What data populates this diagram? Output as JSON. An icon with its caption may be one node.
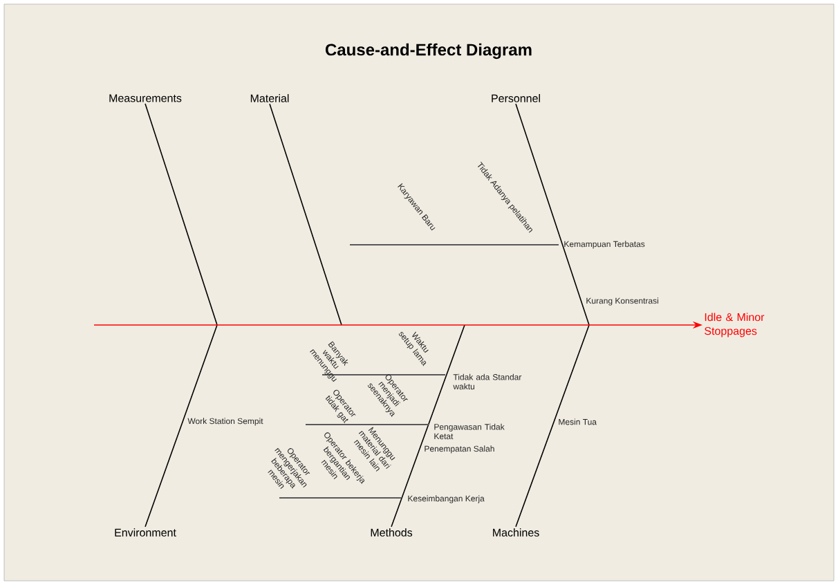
{
  "diagram": {
    "title": "Cause-and-Effect Diagram",
    "nodes": [
      {
        "text": [
          "Measurements"
        ]
      },
      {
        "text": [
          "Material"
        ]
      },
      {
        "text": [
          "Personnel"
        ]
      },
      {
        "text": [
          "Environment"
        ]
      },
      {
        "text": [
          "Methods"
        ]
      },
      {
        "text": [
          "Machines"
        ]
      },
      {
        "text": [
          "Idle & Minor Stoppages"
        ]
      }
    ],
    "edges": [
      {
        "from": 0,
        "to": null,
        "arrow": "none"
      },
      {
        "from": 1,
        "to": null,
        "arrow": "none"
      },
      {
        "from": 2,
        "to": null,
        "arrow": "none"
      },
      {
        "from": 3,
        "to": null,
        "arrow": "none"
      },
      {
        "from": 4,
        "to": null,
        "arrow": "none"
      },
      {
        "from": 5,
        "to": null,
        "arrow": "none"
      },
      {
        "from": null,
        "to": 6,
        "arrow": "to",
        "color": "#ff0000"
      }
    ],
    "labels": [
      "Tidak Adanya pelatihan",
      "Karyawan Baru",
      "Kemampuan Terbatas",
      "Kurang Konsentrasi",
      "Waktu setup lama",
      "Banyak waktu menunggu",
      "Tidak ada Standar waktu",
      "Operator menjadi seenaknya",
      "Operator tidak gat",
      "Work Station Sempit",
      "Pengawasan Tidak Ketat",
      "Mesin Tua",
      "Penempatan Salah",
      "Menunggu material dari mesin lain",
      "Operator bekerja bergantian mesin",
      "Operator mengerjakan beberapa mesin",
      "Keseimbangan Kerja"
    ]
  }
}
